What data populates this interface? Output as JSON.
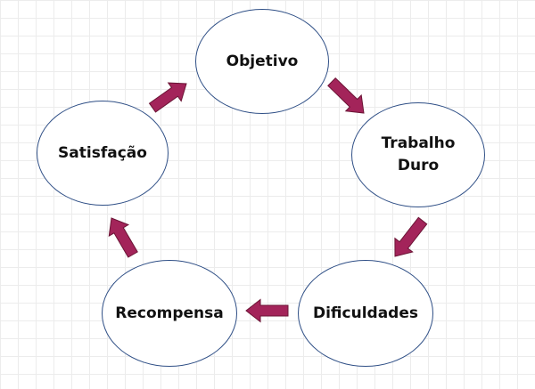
{
  "diagram": {
    "nodes": [
      {
        "id": "objetivo",
        "label": "Objetivo"
      },
      {
        "id": "trabalho-duro",
        "label": "Trabalho\nDuro"
      },
      {
        "id": "dificuldades",
        "label": "Dificuldades"
      },
      {
        "id": "recompensa",
        "label": "Recompensa"
      },
      {
        "id": "satisfacao",
        "label": "Satisfação"
      }
    ],
    "edges": [
      {
        "from": "objetivo",
        "to": "trabalho-duro"
      },
      {
        "from": "trabalho-duro",
        "to": "dificuldades"
      },
      {
        "from": "dificuldades",
        "to": "recompensa"
      },
      {
        "from": "recompensa",
        "to": "satisfacao"
      },
      {
        "from": "satisfacao",
        "to": "objetivo"
      }
    ],
    "colors": {
      "arrow_fill": "#a3245a",
      "node_border": "#2f4f86",
      "node_fill": "#ffffff",
      "text": "#111111"
    }
  }
}
